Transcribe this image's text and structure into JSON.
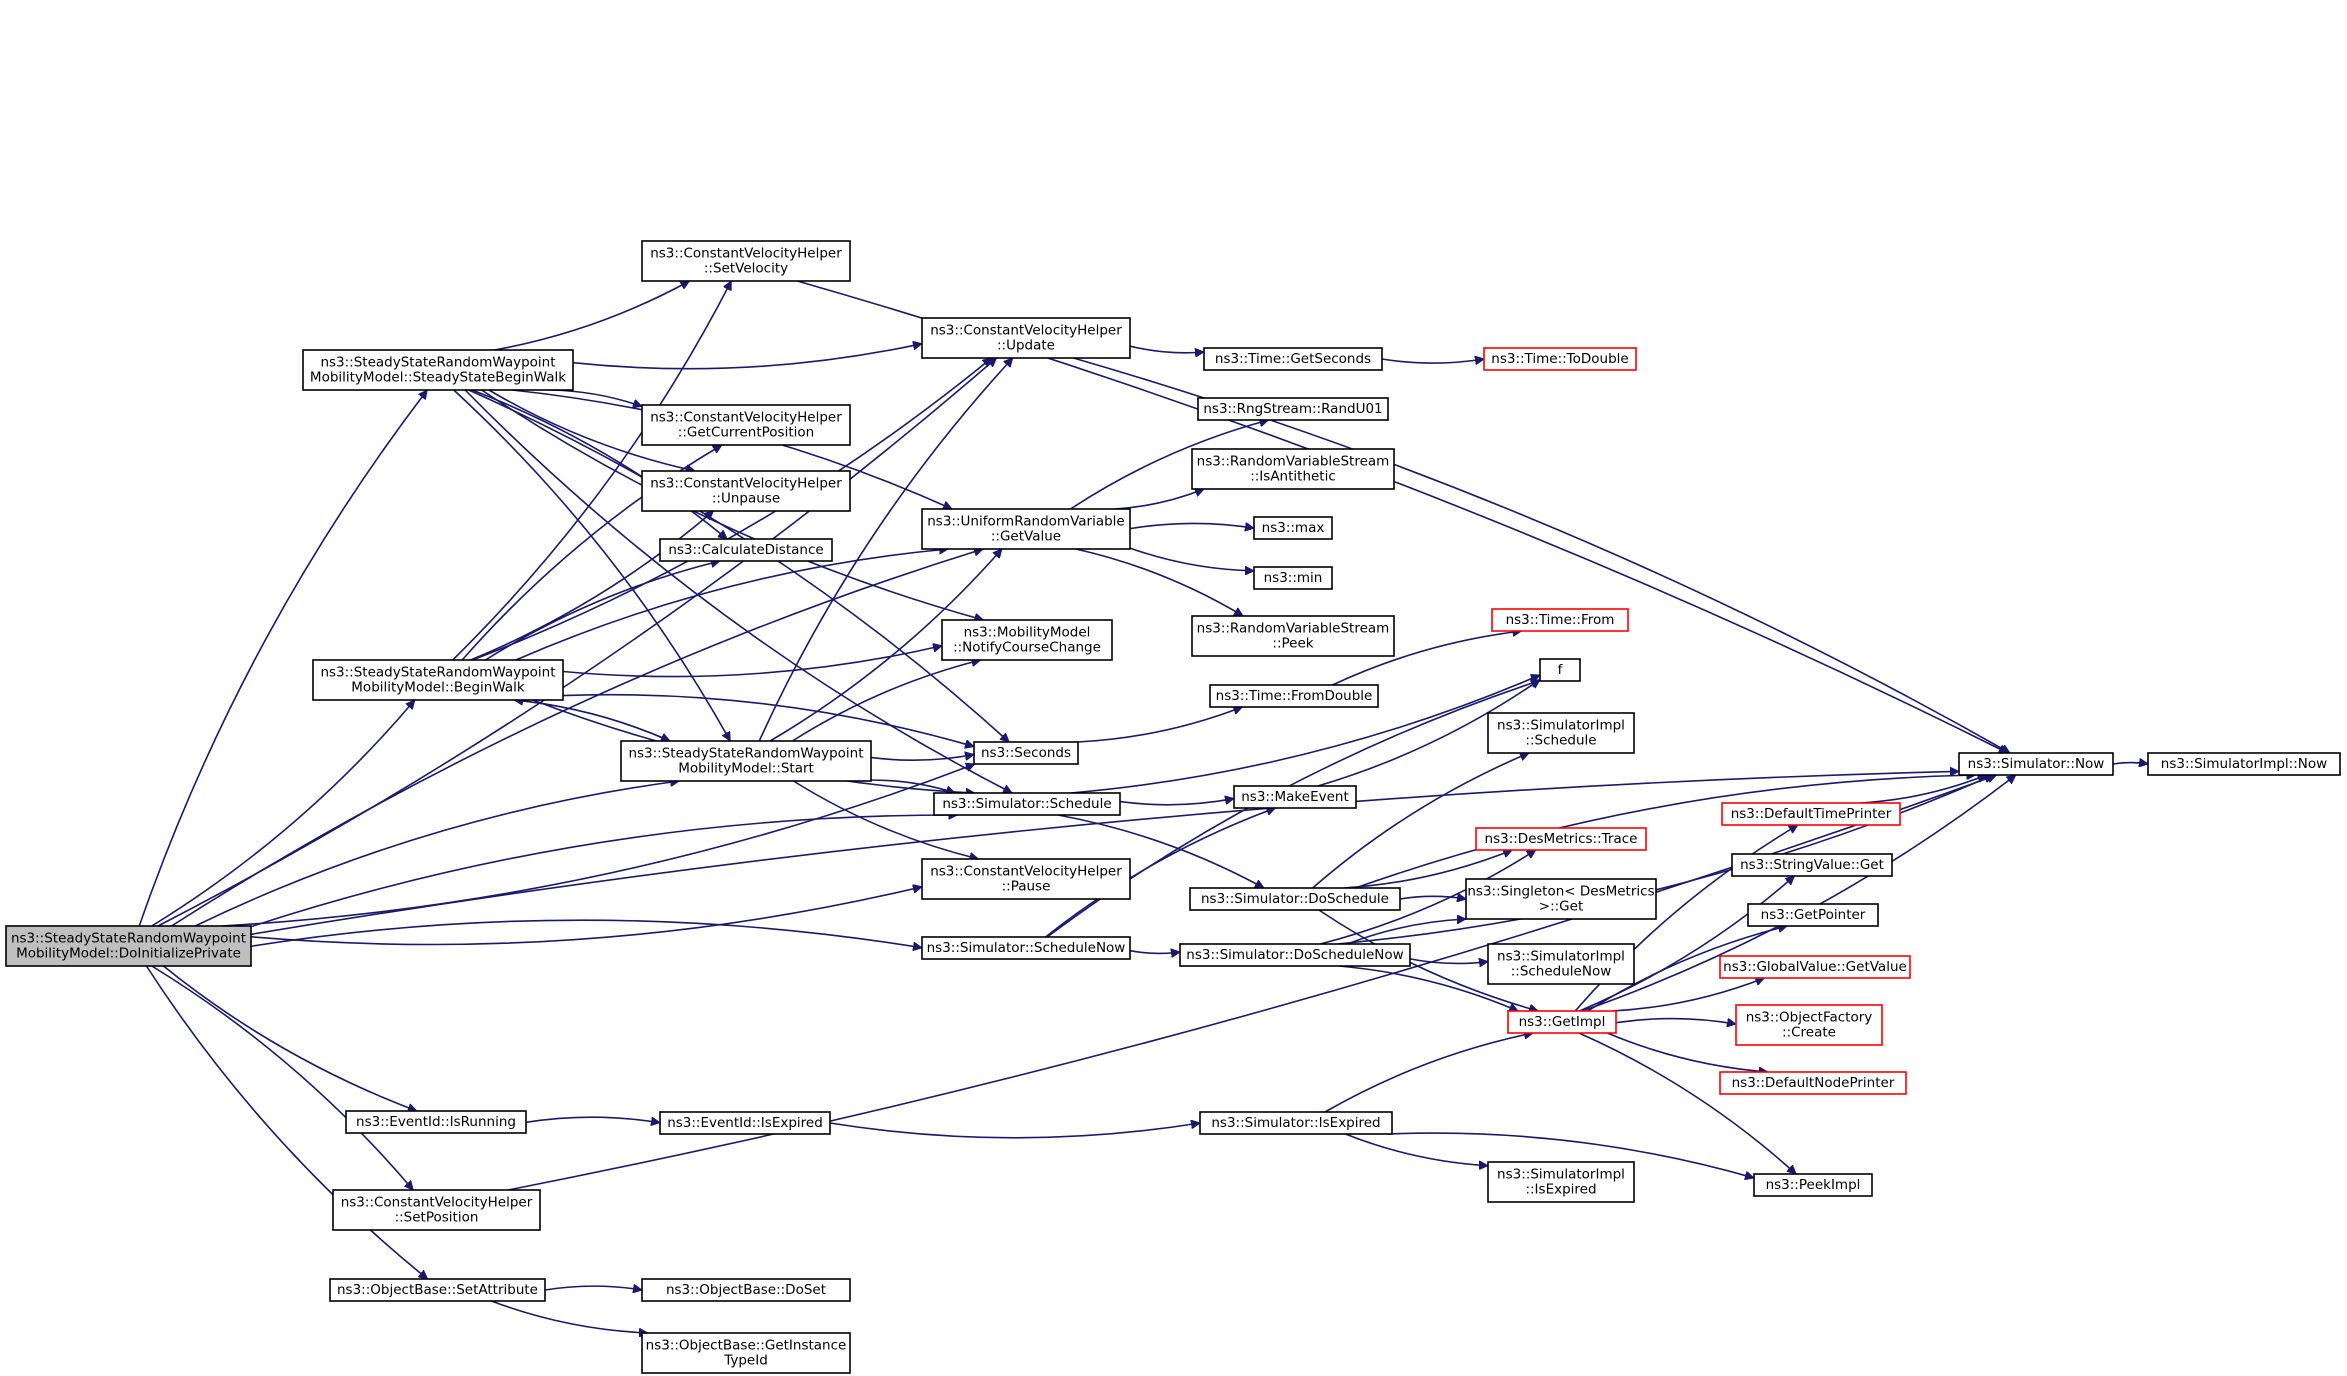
{
  "colors": {
    "edge": "#191970",
    "root_fill": "#bfbfbf",
    "truncated_border": "#ff0000",
    "node_border": "#000000"
  },
  "nodes": [
    {
      "id": "root",
      "lines": [
        "ns3::SteadyStateRandomWaypoint",
        "MobilityModel::DoInitializePrivate"
      ],
      "root": true
    },
    {
      "id": "ssbw",
      "lines": [
        "ns3::SteadyStateRandomWaypoint",
        "MobilityModel::SteadyStateBeginWalk"
      ]
    },
    {
      "id": "bw",
      "lines": [
        "ns3::SteadyStateRandomWaypoint",
        "MobilityModel::BeginWalk"
      ]
    },
    {
      "id": "start",
      "lines": [
        "ns3::SteadyStateRandomWaypoint",
        "MobilityModel::Start"
      ]
    },
    {
      "id": "isrunning",
      "lines": [
        "ns3::EventId::IsRunning"
      ]
    },
    {
      "id": "setpos",
      "lines": [
        "ns3::ConstantVelocityHelper",
        "::SetPosition"
      ]
    },
    {
      "id": "setattr",
      "lines": [
        "ns3::ObjectBase::SetAttribute"
      ]
    },
    {
      "id": "setvel",
      "lines": [
        "ns3::ConstantVelocityHelper",
        "::SetVelocity"
      ]
    },
    {
      "id": "getcur",
      "lines": [
        "ns3::ConstantVelocityHelper",
        "::GetCurrentPosition"
      ]
    },
    {
      "id": "unpause",
      "lines": [
        "ns3::ConstantVelocityHelper",
        "::Unpause"
      ]
    },
    {
      "id": "calcdist",
      "lines": [
        "ns3::CalculateDistance"
      ]
    },
    {
      "id": "update",
      "lines": [
        "ns3::ConstantVelocityHelper",
        "::Update"
      ]
    },
    {
      "id": "urvget",
      "lines": [
        "ns3::UniformRandomVariable",
        "::GetValue"
      ]
    },
    {
      "id": "notify",
      "lines": [
        "ns3::MobilityModel",
        "::NotifyCourseChange"
      ]
    },
    {
      "id": "seconds",
      "lines": [
        "ns3::Seconds"
      ]
    },
    {
      "id": "schedule",
      "lines": [
        "ns3::Simulator::Schedule"
      ]
    },
    {
      "id": "pause",
      "lines": [
        "ns3::ConstantVelocityHelper",
        "::Pause"
      ]
    },
    {
      "id": "schednow",
      "lines": [
        "ns3::Simulator::ScheduleNow"
      ]
    },
    {
      "id": "isexpired",
      "lines": [
        "ns3::EventId::IsExpired"
      ]
    },
    {
      "id": "doset",
      "lines": [
        "ns3::ObjectBase::DoSet"
      ]
    },
    {
      "id": "getinst",
      "lines": [
        "ns3::ObjectBase::GetInstance",
        "TypeId"
      ]
    },
    {
      "id": "getsec",
      "lines": [
        "ns3::Time::GetSeconds"
      ]
    },
    {
      "id": "todouble",
      "lines": [
        "ns3::Time::ToDouble"
      ],
      "truncated": true
    },
    {
      "id": "randu01",
      "lines": [
        "ns3::RngStream::RandU01"
      ]
    },
    {
      "id": "isanti",
      "lines": [
        "ns3::RandomVariableStream",
        "::IsAntithetic"
      ]
    },
    {
      "id": "max",
      "lines": [
        "ns3::max"
      ]
    },
    {
      "id": "min",
      "lines": [
        "ns3::min"
      ]
    },
    {
      "id": "peek",
      "lines": [
        "ns3::RandomVariableStream",
        "::Peek"
      ]
    },
    {
      "id": "from",
      "lines": [
        "ns3::Time::From"
      ],
      "truncated": true
    },
    {
      "id": "fromdouble",
      "lines": [
        "ns3::Time::FromDouble"
      ]
    },
    {
      "id": "f",
      "lines": [
        "f"
      ]
    },
    {
      "id": "makeevent",
      "lines": [
        "ns3::MakeEvent"
      ]
    },
    {
      "id": "dosched",
      "lines": [
        "ns3::Simulator::DoSchedule"
      ]
    },
    {
      "id": "doschednow",
      "lines": [
        "ns3::Simulator::DoScheduleNow"
      ]
    },
    {
      "id": "simisexp",
      "lines": [
        "ns3::Simulator::IsExpired"
      ]
    },
    {
      "id": "implsched",
      "lines": [
        "ns3::SimulatorImpl",
        "::Schedule"
      ]
    },
    {
      "id": "trace",
      "lines": [
        "ns3::DesMetrics::Trace"
      ],
      "truncated": true
    },
    {
      "id": "singleton",
      "lines": [
        "ns3::Singleton< DesMetrics",
        " >::Get"
      ]
    },
    {
      "id": "implschednow",
      "lines": [
        "ns3::SimulatorImpl",
        "::ScheduleNow"
      ]
    },
    {
      "id": "getimpl",
      "lines": [
        "ns3::GetImpl"
      ],
      "truncated": true
    },
    {
      "id": "implisexp",
      "lines": [
        "ns3::SimulatorImpl",
        "::IsExpired"
      ]
    },
    {
      "id": "simnow",
      "lines": [
        "ns3::Simulator::Now"
      ]
    },
    {
      "id": "implnow",
      "lines": [
        "ns3::SimulatorImpl::Now"
      ]
    },
    {
      "id": "deftime",
      "lines": [
        "ns3::DefaultTimePrinter"
      ],
      "truncated": true
    },
    {
      "id": "strget",
      "lines": [
        "ns3::StringValue::Get"
      ]
    },
    {
      "id": "getptr",
      "lines": [
        "ns3::GetPointer"
      ]
    },
    {
      "id": "gvget",
      "lines": [
        "ns3::GlobalValue::GetValue"
      ],
      "truncated": true
    },
    {
      "id": "objfact",
      "lines": [
        "ns3::ObjectFactory",
        "::Create"
      ],
      "truncated": true
    },
    {
      "id": "defnode",
      "lines": [
        "ns3::DefaultNodePrinter"
      ],
      "truncated": true
    },
    {
      "id": "peekimpl",
      "lines": [
        "ns3::PeekImpl"
      ]
    }
  ],
  "edges": [
    [
      "root",
      "ssbw"
    ],
    [
      "root",
      "bw"
    ],
    [
      "root",
      "start"
    ],
    [
      "root",
      "update"
    ],
    [
      "root",
      "urvget"
    ],
    [
      "root",
      "seconds"
    ],
    [
      "root",
      "schedule"
    ],
    [
      "root",
      "pause"
    ],
    [
      "root",
      "schednow"
    ],
    [
      "root",
      "isrunning"
    ],
    [
      "root",
      "setpos"
    ],
    [
      "root",
      "setattr"
    ],
    [
      "root",
      "simnow"
    ],
    [
      "ssbw",
      "setvel"
    ],
    [
      "ssbw",
      "getcur"
    ],
    [
      "ssbw",
      "unpause"
    ],
    [
      "ssbw",
      "calcdist"
    ],
    [
      "ssbw",
      "update"
    ],
    [
      "ssbw",
      "urvget"
    ],
    [
      "ssbw",
      "notify"
    ],
    [
      "ssbw",
      "seconds"
    ],
    [
      "ssbw",
      "schedule"
    ],
    [
      "ssbw",
      "start"
    ],
    [
      "bw",
      "setvel"
    ],
    [
      "bw",
      "getcur"
    ],
    [
      "bw",
      "unpause"
    ],
    [
      "bw",
      "calcdist"
    ],
    [
      "bw",
      "update"
    ],
    [
      "bw",
      "urvget"
    ],
    [
      "bw",
      "notify"
    ],
    [
      "bw",
      "seconds"
    ],
    [
      "bw",
      "schedule"
    ],
    [
      "bw",
      "start"
    ],
    [
      "start",
      "bw"
    ],
    [
      "start",
      "update"
    ],
    [
      "start",
      "urvget"
    ],
    [
      "start",
      "notify"
    ],
    [
      "start",
      "seconds"
    ],
    [
      "start",
      "schedule"
    ],
    [
      "start",
      "pause"
    ],
    [
      "setvel",
      "simnow"
    ],
    [
      "update",
      "getsec"
    ],
    [
      "update",
      "simnow"
    ],
    [
      "getsec",
      "todouble"
    ],
    [
      "urvget",
      "randu01"
    ],
    [
      "urvget",
      "isanti"
    ],
    [
      "urvget",
      "max"
    ],
    [
      "urvget",
      "min"
    ],
    [
      "urvget",
      "peek"
    ],
    [
      "seconds",
      "fromdouble"
    ],
    [
      "fromdouble",
      "from"
    ],
    [
      "schedule",
      "makeevent"
    ],
    [
      "schedule",
      "dosched"
    ],
    [
      "schedule",
      "f"
    ],
    [
      "schednow",
      "makeevent"
    ],
    [
      "schednow",
      "doschednow"
    ],
    [
      "schednow",
      "f"
    ],
    [
      "makeevent",
      "f"
    ],
    [
      "dosched",
      "implsched"
    ],
    [
      "dosched",
      "trace"
    ],
    [
      "dosched",
      "singleton"
    ],
    [
      "dosched",
      "getimpl"
    ],
    [
      "dosched",
      "simnow"
    ],
    [
      "doschednow",
      "trace"
    ],
    [
      "doschednow",
      "singleton"
    ],
    [
      "doschednow",
      "implschednow"
    ],
    [
      "doschednow",
      "getimpl"
    ],
    [
      "doschednow",
      "simnow"
    ],
    [
      "isrunning",
      "isexpired"
    ],
    [
      "isexpired",
      "simisexp"
    ],
    [
      "simisexp",
      "getimpl"
    ],
    [
      "simisexp",
      "implisexp"
    ],
    [
      "simisexp",
      "peekimpl"
    ],
    [
      "setpos",
      "simnow"
    ],
    [
      "setattr",
      "doset"
    ],
    [
      "setattr",
      "getinst"
    ],
    [
      "simnow",
      "implnow"
    ],
    [
      "deftime",
      "simnow"
    ],
    [
      "getimpl",
      "deftime"
    ],
    [
      "getimpl",
      "strget"
    ],
    [
      "getimpl",
      "getptr"
    ],
    [
      "getimpl",
      "gvget"
    ],
    [
      "getimpl",
      "objfact"
    ],
    [
      "getimpl",
      "defnode"
    ],
    [
      "getimpl",
      "peekimpl"
    ],
    [
      "getimpl",
      "simnow"
    ]
  ]
}
